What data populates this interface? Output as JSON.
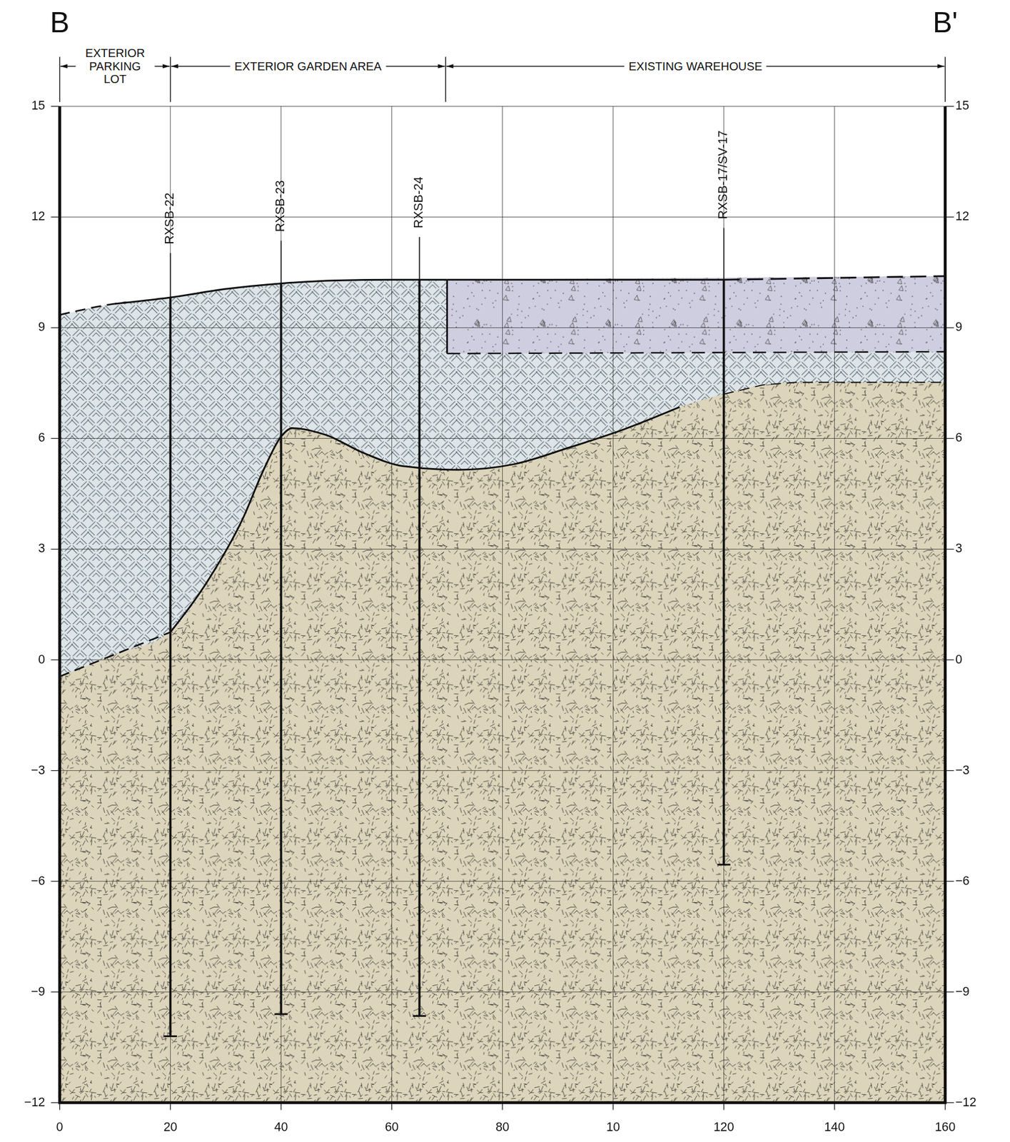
{
  "diagram": {
    "labels": [
      "B",
      "B'",
      "EXTERIOR PARKING LOT",
      "EXTERIOR GARDEN AREA",
      "EXISTING WAREHOUSE",
      "RXSB-22",
      "RXSB-23",
      "RXSB-24",
      "RXSB-17/SV-17",
      "15",
      "12",
      "9",
      "6",
      "3",
      "0",
      "−3",
      "−6",
      "−9",
      "−12",
      "15",
      "12",
      "9",
      "6",
      "3",
      "0",
      "−3",
      "−6",
      "−9",
      "−12",
      "0",
      "20",
      "40",
      "60",
      "80",
      "10",
      "120",
      "140",
      "160"
    ]
  }
}
